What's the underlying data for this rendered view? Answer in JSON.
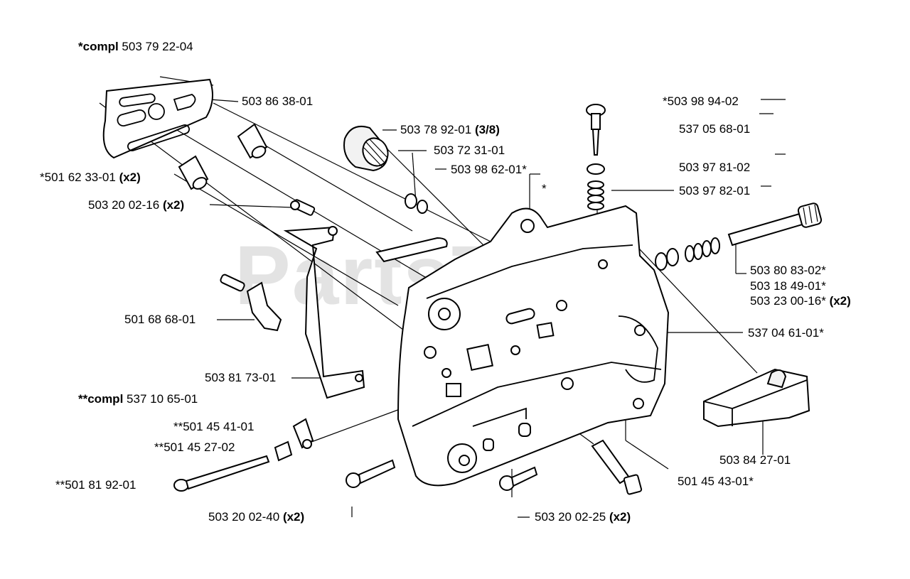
{
  "watermark": "PartsTree",
  "labels": {
    "compl_main_prefix": "*compl",
    "compl_main_num": "503 79 22-04",
    "p503863801": "503 86 38-01",
    "p501623301_num": "*501 62 33-01",
    "p501623301_qty": "(x2)",
    "p503200216_num": "503 20 02-16",
    "p503200216_qty": "(x2)",
    "p503789201_num": "503 78 92-01",
    "p503789201_note": "(3/8)",
    "p503723101": "503 72 31-01",
    "p503986201": "503 98 62-01*",
    "star_mark": "*",
    "p503989402": "*503 98 94-02",
    "p537056801": "537 05 68-01",
    "p503978102": "503 97 81-02",
    "p503978201": "503 97 82-01",
    "p503808302": "503 80 83-02*",
    "p503184901": "503 18 49-01*",
    "p503230016_num": "503 23 00-16*",
    "p503230016_qty": "(x2)",
    "p501686801": "501 68 68-01",
    "p537046101": "537 04 61-01*",
    "p503817301": "503 81 73-01",
    "compl_sub_prefix": "**compl",
    "compl_sub_num": "537 10 65-01",
    "p501454101": "**501 45 41-01",
    "p501452702": "**501 45 27-02",
    "p501819201": "**501 81 92-01",
    "p503842701": "503 84 27-01",
    "p501454301": "501 45 43-01*",
    "p503200240_num": "503 20 02-40",
    "p503200240_qty": "(x2)",
    "p503200225_num": "503 20 02-25",
    "p503200225_qty": "(x2)"
  }
}
